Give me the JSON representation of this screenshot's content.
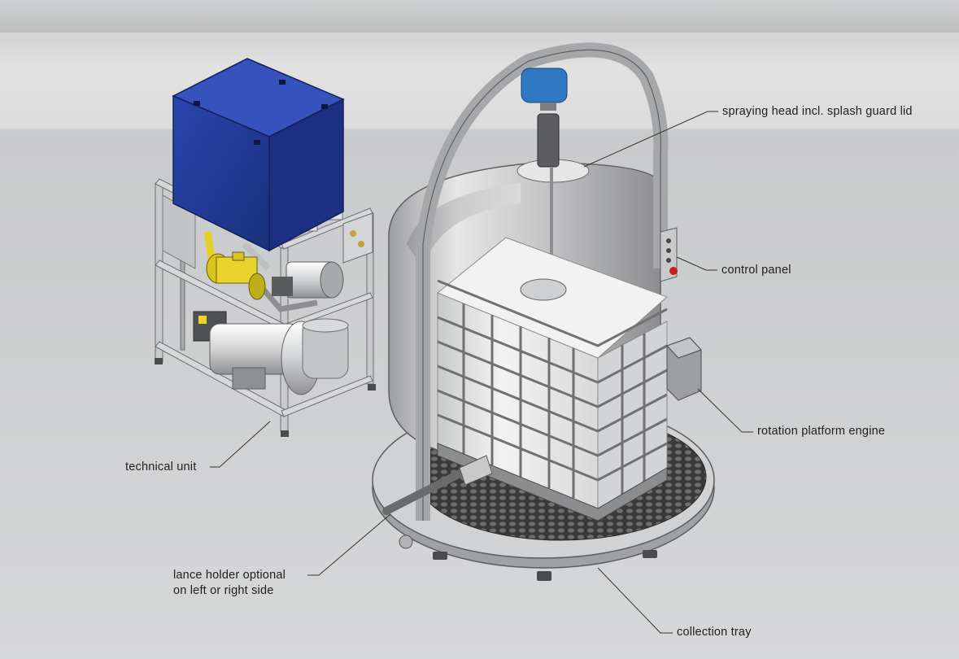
{
  "colors": {
    "background": "#d9dadb",
    "steel_light": "#e2e2e2",
    "steel_mid": "#b5b6b7",
    "steel_dark": "#7c7d7f",
    "blue_box": "#273f9b",
    "blue_head": "#2f78c4",
    "yellow_pump": "#e8d42a",
    "grating": "#3c3c3c",
    "callout_line": "#333333",
    "control_red": "#c41f1f"
  },
  "labels": {
    "spraying_head": "spraying head incl. splash guard lid",
    "control_panel": "control panel",
    "rotation_engine": "rotation platform engine",
    "technical_unit": "technical unit",
    "lance_holder_line1": "lance holder optional",
    "lance_holder_line2": "on left or right side",
    "collection_tray": "collection tray"
  }
}
